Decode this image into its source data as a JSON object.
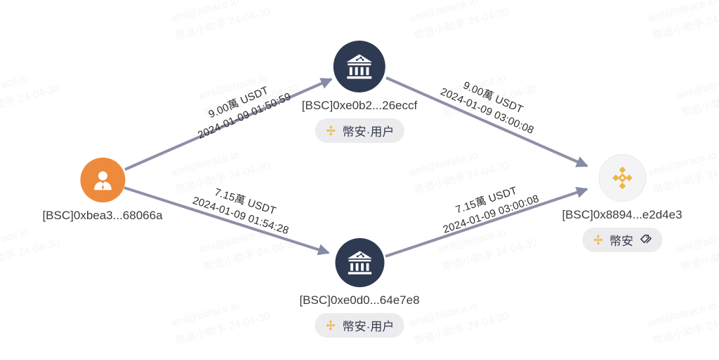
{
  "watermark": {
    "line1": "aml@bitrace.io",
    "line2": "幣追小助手 24-04-30"
  },
  "nodes": [
    {
      "id": "source",
      "type": "person",
      "label": "[BSC]0xbea3...68066a",
      "badge": ""
    },
    {
      "id": "mid-top",
      "type": "bank",
      "label": "[BSC]0xe0b2...26eccf",
      "badge": "幣安·用户"
    },
    {
      "id": "mid-bottom",
      "type": "bank",
      "label": "[BSC]0xe0d0...64e7e8",
      "badge": "幣安·用户"
    },
    {
      "id": "exchange",
      "type": "binance",
      "label": "[BSC]0x8894...e2d4e3",
      "badge": "幣安"
    }
  ],
  "edges": [
    {
      "from": "source",
      "to": "mid-top",
      "amount": "9.00萬 USDT",
      "time": "2024-01-09 01:50:59"
    },
    {
      "from": "mid-top",
      "to": "exchange",
      "amount": "9.00萬 USDT",
      "time": "2024-01-09 03:00:08"
    },
    {
      "from": "source",
      "to": "mid-bottom",
      "amount": "7.15萬 USDT",
      "time": "2024-01-09 01:54:28"
    },
    {
      "from": "mid-bottom",
      "to": "exchange",
      "amount": "7.15萬 USDT",
      "time": "2024-01-09 03:00:08"
    }
  ],
  "colors": {
    "edge": "#8D90A7",
    "arrow": "#858AA6",
    "person_node": "#ED8A3B",
    "bank_node": "#2D3A52",
    "exchange_node": "#F4F4F6",
    "binance_gold": "#EEB53F",
    "badge_bg": "#ECECEE",
    "text": "#3B3B3B"
  }
}
